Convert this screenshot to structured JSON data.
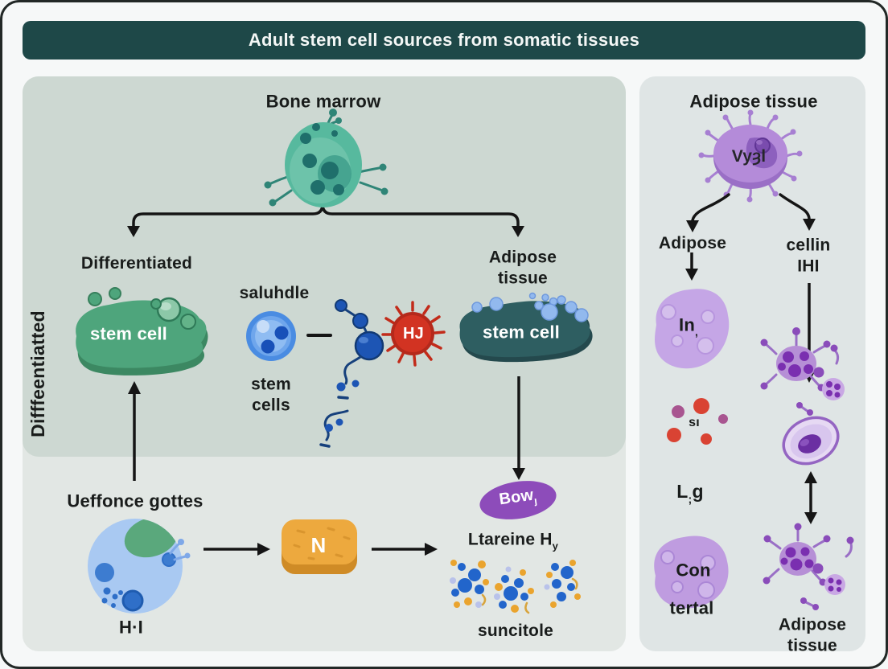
{
  "title": "Adult stem cell sources from somatic tissues",
  "colors": {
    "title_bar": "#1e4848",
    "panel_upper": "#cdd8d2",
    "panel_lower": "#e2e7e4",
    "panel_right": "#dfe5e5",
    "teal_cell": "#57b99e",
    "green_blob": "#4ea57c",
    "dark_teal_blob": "#2e5e61",
    "blue_cell": "#4a8ce2",
    "red_cell": "#cf2a1c",
    "orange_box": "#eda93e",
    "purple_ellipse": "#8d4cba",
    "light_purple_cell": "#b48bd9"
  },
  "left": {
    "bone_marrow_title": "Bone marrow",
    "differentiated_label": "Differentiated",
    "vertical_label": "Difffeentiatted",
    "green_cell_label": "stem cell",
    "middle_top_label": "saluhdle",
    "middle_bottom_label": "stem\ncells",
    "red_cell_label": "HJ",
    "adipose_branch_label": "Adipose\ntissue",
    "teal_cell_label": "stem cell",
    "bottom_left_label": "Ueffonce gottes",
    "bottom_left_sub": "H·I",
    "n_box_label": "N",
    "bow_label": "Bow",
    "bow_sub": "ȷ",
    "lysate_label": "Ltareine H",
    "lysate_sub": "y",
    "suncitole_label": "suncitole"
  },
  "right": {
    "title": "Adipose tissue",
    "top_cell_label": "Vyȝl",
    "branch_left_label": "Adipose",
    "branch_right_label": "cellin\nIHI",
    "in_cell_label": "In",
    "in_cell_sub": ",",
    "si_label": "sı",
    "lg_pre": "L",
    "lg_sub": ";",
    "lg_post": "g",
    "con_label": "Con",
    "tertal_label": "tertal",
    "bottom_label": "Adipose\ntissue"
  }
}
